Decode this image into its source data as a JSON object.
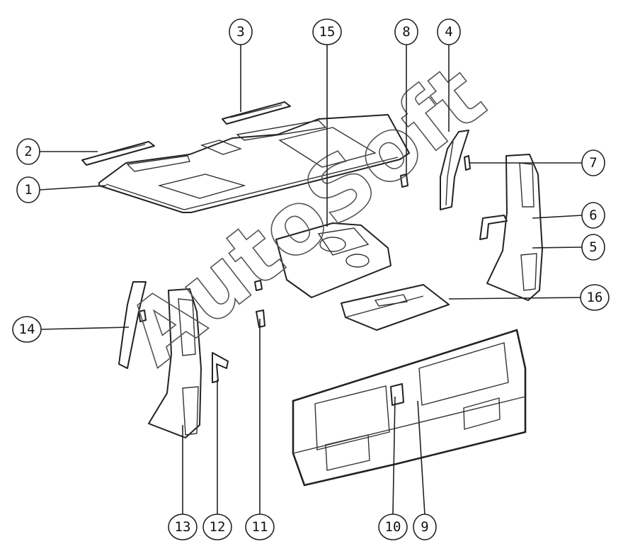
{
  "watermark": {
    "text": "AutoSoft"
  },
  "callouts": [
    {
      "id": "c1",
      "label": "1"
    },
    {
      "id": "c2",
      "label": "2"
    },
    {
      "id": "c3",
      "label": "3"
    },
    {
      "id": "c4",
      "label": "4"
    },
    {
      "id": "c5",
      "label": "5"
    },
    {
      "id": "c6",
      "label": "6"
    },
    {
      "id": "c7",
      "label": "7"
    },
    {
      "id": "c8",
      "label": "8"
    },
    {
      "id": "c9",
      "label": "9"
    },
    {
      "id": "c10",
      "label": "10"
    },
    {
      "id": "c11",
      "label": "11"
    },
    {
      "id": "c12",
      "label": "12"
    },
    {
      "id": "c13",
      "label": "13"
    },
    {
      "id": "c14",
      "label": "14"
    },
    {
      "id": "c15",
      "label": "15"
    },
    {
      "id": "c16",
      "label": "16"
    }
  ]
}
